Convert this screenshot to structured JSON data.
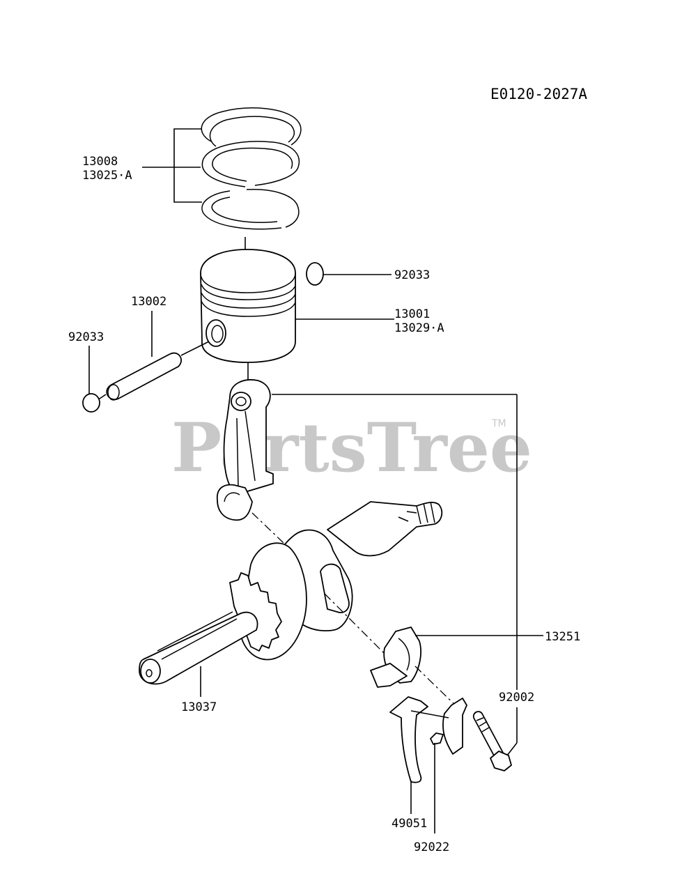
{
  "diagram_code": "E0120-2027A",
  "watermark": "PartsTree",
  "watermark_tm": "TM",
  "labels": {
    "rings_a": "13008",
    "rings_b": "13025·A",
    "clip_right": "92033",
    "pin": "13002",
    "clip_left": "92033",
    "piston_a": "13001",
    "piston_b": "13029·A",
    "bearing": "13251",
    "crankshaft": "13037",
    "bolt": "92002",
    "lock_plate": "49051",
    "washer": "92022"
  }
}
